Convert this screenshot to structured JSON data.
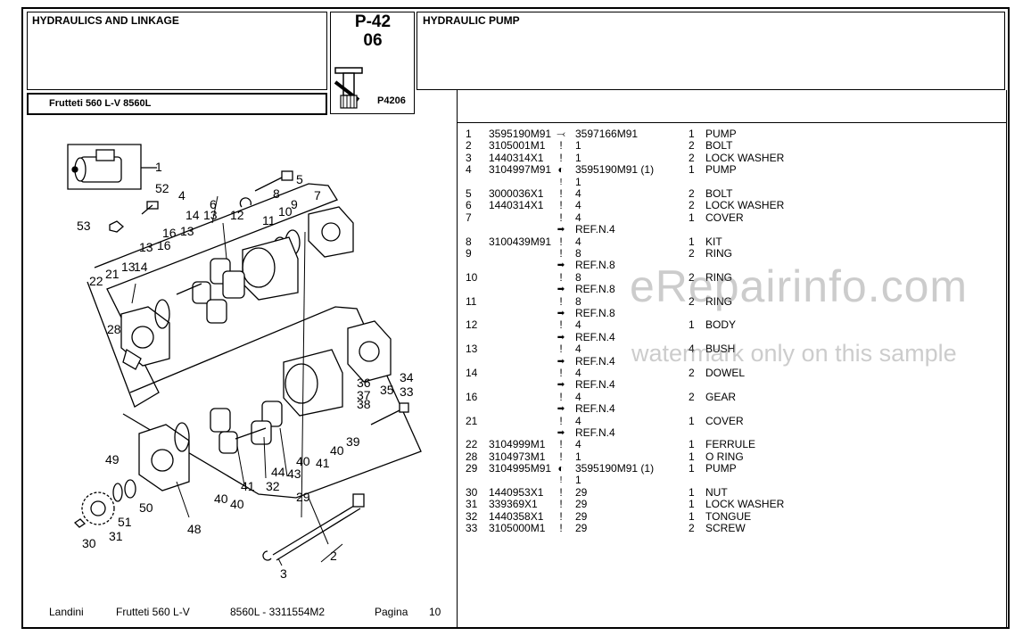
{
  "header": {
    "section_title": "HYDRAULICS AND LINKAGE",
    "model_line": "Frutteti 560 L-V  8560L",
    "page_code_top": "P-42",
    "page_code_bottom": "06",
    "figure_ref": "P4206",
    "group_title": "HYDRAULIC PUMP"
  },
  "diagram_callouts": [
    "1",
    "52",
    "53",
    "5",
    "4",
    "6",
    "8",
    "7",
    "14",
    "13",
    "12",
    "11",
    "10",
    "9",
    "16",
    "13",
    "13",
    "16",
    "21",
    "14",
    "22",
    "13",
    "28",
    "34",
    "36",
    "33",
    "37",
    "35",
    "38",
    "39",
    "40",
    "41",
    "43",
    "44",
    "32",
    "40",
    "41",
    "40",
    "29",
    "49",
    "51",
    "50",
    "48",
    "30",
    "31",
    "2",
    "3"
  ],
  "parts": [
    {
      "idx": "1",
      "pn": "3595190M91",
      "mark": "⤙",
      "ref": "3597166M91",
      "qty": "1",
      "desc": "PUMP"
    },
    {
      "idx": "2",
      "pn": "3105001M1",
      "mark": "!",
      "ref": "1",
      "qty": "2",
      "desc": "BOLT"
    },
    {
      "idx": "3",
      "pn": "1440314X1",
      "mark": "!",
      "ref": "1",
      "qty": "2",
      "desc": "LOCK WASHER"
    },
    {
      "idx": "4",
      "pn": "3104997M91",
      "mark": "◐",
      "ref": "3595190M91  (1)",
      "qty": "1",
      "desc": "PUMP",
      "sub": "1",
      "submark": "!"
    },
    {
      "idx": "5",
      "pn": "3000036X1",
      "mark": "!",
      "ref": "4",
      "qty": "2",
      "desc": "BOLT"
    },
    {
      "idx": "6",
      "pn": "1440314X1",
      "mark": "!",
      "ref": "4",
      "qty": "2",
      "desc": "LOCK WASHER"
    },
    {
      "idx": "7",
      "pn": "",
      "mark": "!",
      "ref": "4",
      "qty": "1",
      "desc": "COVER",
      "sub": "REF.N.4",
      "submark": "➡"
    },
    {
      "idx": "8",
      "pn": "3100439M91",
      "mark": "!",
      "ref": "4",
      "qty": "1",
      "desc": "KIT"
    },
    {
      "idx": "9",
      "pn": "",
      "mark": "!",
      "ref": "8",
      "qty": "2",
      "desc": "RING",
      "sub": "REF.N.8",
      "submark": "➡"
    },
    {
      "idx": "10",
      "pn": "",
      "mark": "!",
      "ref": "8",
      "qty": "2",
      "desc": "RING",
      "sub": "REF.N.8",
      "submark": "➡"
    },
    {
      "idx": "11",
      "pn": "",
      "mark": "!",
      "ref": "8",
      "qty": "2",
      "desc": "RING",
      "sub": "REF.N.8",
      "submark": "➡"
    },
    {
      "idx": "12",
      "pn": "",
      "mark": "!",
      "ref": "4",
      "qty": "1",
      "desc": "BODY",
      "sub": "REF.N.4",
      "submark": "➡"
    },
    {
      "idx": "13",
      "pn": "",
      "mark": "!",
      "ref": "4",
      "qty": "4",
      "desc": "BUSH",
      "sub": "REF.N.4",
      "submark": "➡"
    },
    {
      "idx": "14",
      "pn": "",
      "mark": "!",
      "ref": "4",
      "qty": "2",
      "desc": "DOWEL",
      "sub": "REF.N.4",
      "submark": "➡"
    },
    {
      "idx": "16",
      "pn": "",
      "mark": "!",
      "ref": "4",
      "qty": "2",
      "desc": "GEAR",
      "sub": "REF.N.4",
      "submark": "➡"
    },
    {
      "idx": "21",
      "pn": "",
      "mark": "!",
      "ref": "4",
      "qty": "1",
      "desc": "COVER",
      "sub": "REF.N.4",
      "submark": "➡"
    },
    {
      "idx": "22",
      "pn": "3104999M1",
      "mark": "!",
      "ref": "4",
      "qty": "1",
      "desc": "FERRULE"
    },
    {
      "idx": "28",
      "pn": "3104973M1",
      "mark": "!",
      "ref": "1",
      "qty": "1",
      "desc": "O RING"
    },
    {
      "idx": "29",
      "pn": "3104995M91",
      "mark": "◐",
      "ref": "3595190M91  (1)",
      "qty": "1",
      "desc": "PUMP",
      "sub": "1",
      "submark": "!"
    },
    {
      "idx": "30",
      "pn": "1440953X1",
      "mark": "!",
      "ref": "29",
      "qty": "1",
      "desc": "NUT"
    },
    {
      "idx": "31",
      "pn": "339369X1",
      "mark": "!",
      "ref": "29",
      "qty": "1",
      "desc": "LOCK WASHER"
    },
    {
      "idx": "32",
      "pn": "1440358X1",
      "mark": "!",
      "ref": "29",
      "qty": "1",
      "desc": "TONGUE"
    },
    {
      "idx": "33",
      "pn": "3105000M1",
      "mark": "!",
      "ref": "29",
      "qty": "2",
      "desc": "SCREW"
    }
  ],
  "footer": {
    "brand": "Landini",
    "model": "Frutteti 560 L-V",
    "code": "8560L - 3311554M2",
    "page_label": "Pagina",
    "page_number": "10"
  },
  "watermark": {
    "line1": "eRepairinfo.com",
    "line2": "watermark only on this sample"
  }
}
